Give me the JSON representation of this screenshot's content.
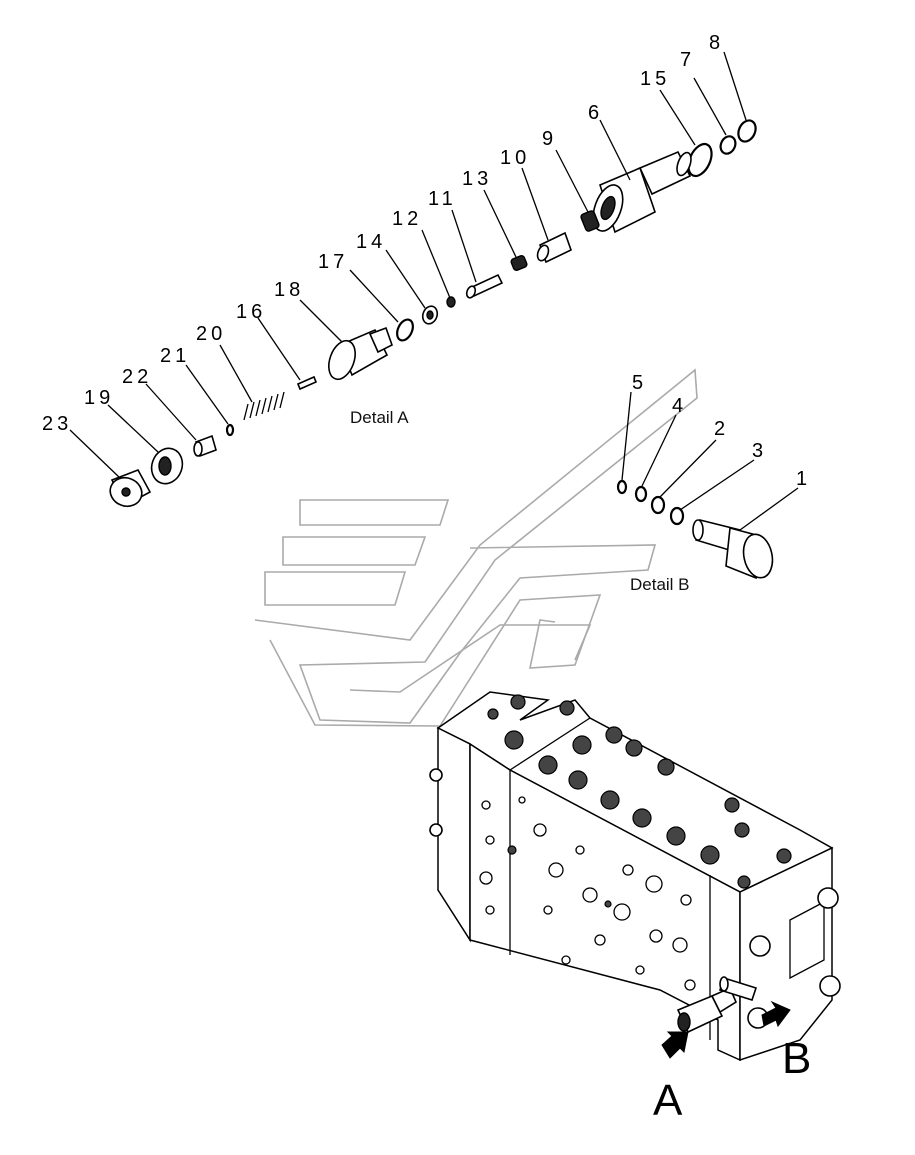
{
  "detail_a": {
    "caption": "Detail A",
    "callouts": [
      "8",
      "7",
      "15",
      "6",
      "9",
      "10",
      "13",
      "11",
      "12",
      "14",
      "17",
      "18",
      "16",
      "20",
      "21",
      "22",
      "19",
      "23"
    ]
  },
  "detail_b": {
    "caption": "Detail B",
    "callouts": [
      "5",
      "4",
      "2",
      "3",
      "1"
    ]
  },
  "view_markers": {
    "a": "A",
    "b": "B"
  }
}
